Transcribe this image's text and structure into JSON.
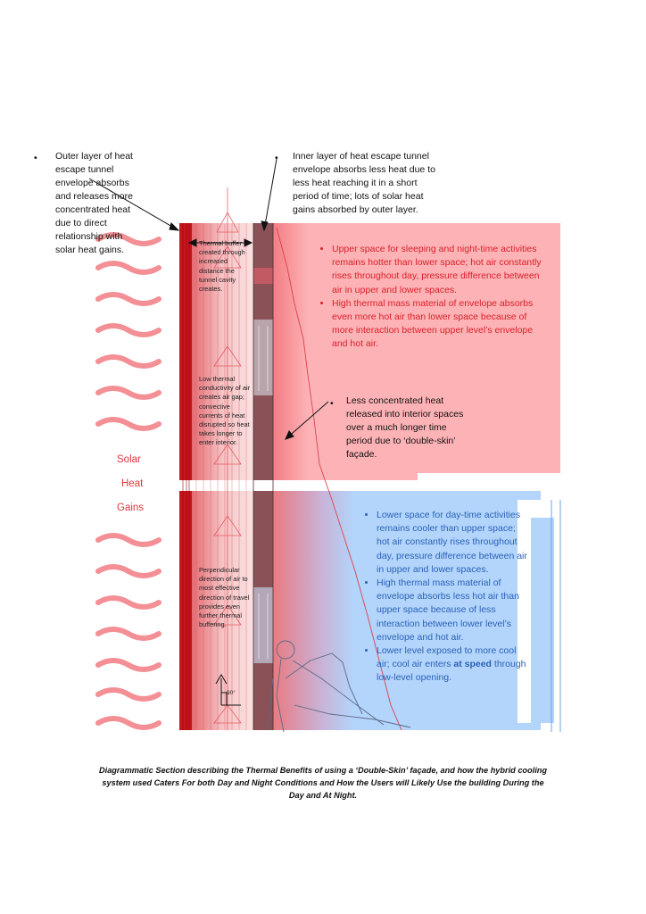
{
  "annotations": {
    "outer_layer": "Outer layer of heat escape tunnel envelope absorbs and releases more concentrated heat due to direct relationship with solar heat gains.",
    "inner_layer": "Inner layer of heat escape tunnel envelope absorbs less heat due to less heat reaching it in a short period of time; lots of solar heat gains absorbed by outer layer.",
    "thermal_buffer": "Thermal buffer created through increased distance the tunnel cavity creates.",
    "low_conductivity": "Low thermal conductivity of air creates air gap; convective currents of heat disrupted so heat takes longer to enter interior.",
    "perpendicular": "Perpendicular direction of air to most effective direction of travel provides even further thermal buffering.",
    "less_concentrated": "Less concentrated heat released into interior spaces over a much longer time period due to ‘double-skin’ façade.",
    "angle_label": "90°"
  },
  "solar": {
    "word1": "Solar",
    "word2": "Heat",
    "word3": "Gains"
  },
  "upper_bullets": [
    "Upper space for sleeping and night-time activities remains hotter than lower space; hot air constantly rises throughout day, pressure difference between air in upper and lower spaces.",
    "High thermal mass material of envelope absorbs even more hot air than lower space because of more interaction between upper level’s envelope and hot air."
  ],
  "lower_bullets": {
    "b1": "Lower space for day-time activities remains cooler than upper space; hot air constantly rises throughout day, pressure difference between air in upper and lower spaces.",
    "b2": "High thermal mass material of envelope absorbs less hot air than upper space because of less interaction between lower level’s envelope and hot air.",
    "b3_pre": "Lower level exposed to more cool air; cool air enters ",
    "b3_bold": "at speed",
    "b3_post": " through low-level opening."
  },
  "caption": "Diagrammatic Section describing the Thermal Benefits of using a ‘Double-Skin’ façade, and how the hybrid cooling system used Caters For both Day and Night Conditions and How the Users will Likely Use the building During the Day and At Night.",
  "colors": {
    "upper_room": "#fdb3b6",
    "lower_room": "#b3d4fb",
    "outer_wall": "#c8141d",
    "inner_wall": "#7a4e54",
    "solar_wave": "#ef6a72",
    "red_text": "#d8202a",
    "blue_text": "#2a63b8"
  }
}
